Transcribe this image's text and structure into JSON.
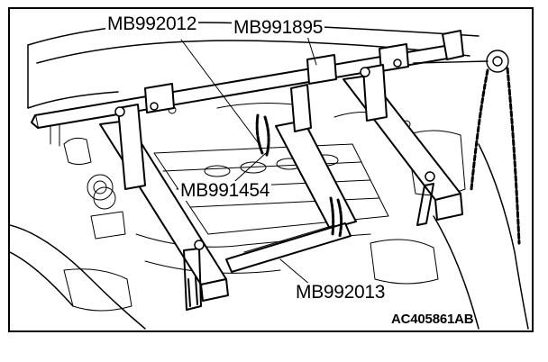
{
  "figure": {
    "id": "AC405861AB",
    "callouts": {
      "hanger_a": "MB992012",
      "bar": "MB991895",
      "hanger_b": "MB991454",
      "hanger_c": "MB992013"
    }
  },
  "colors": {
    "line": "#000000",
    "background": "#ffffff"
  }
}
